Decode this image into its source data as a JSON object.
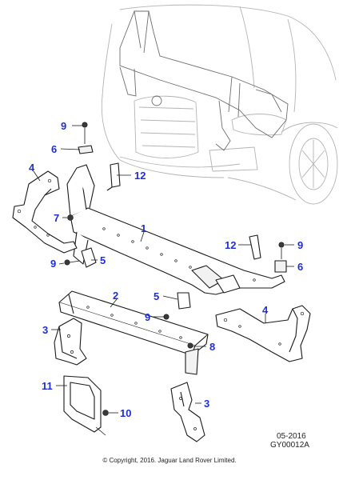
{
  "callouts": {
    "c1": "1",
    "c2": "2",
    "c3a": "3",
    "c3b": "3",
    "c4a": "4",
    "c4b": "4",
    "c5a": "5",
    "c5b": "5",
    "c6a": "6",
    "c6b": "6",
    "c7": "7",
    "c8": "8",
    "c9a": "9",
    "c9b": "9",
    "c9c": "9",
    "c9d": "9",
    "c10": "10",
    "c11": "11",
    "c12a": "12",
    "c12b": "12"
  },
  "reference": {
    "date": "05-2016",
    "code": "GY00012A"
  },
  "copyright": "© Copyright, 2016. Jaguar Land Rover Limited.",
  "colors": {
    "callout": "#1f2fd6",
    "line": "#1a1a1a",
    "ghost": "#b4b4b4"
  }
}
